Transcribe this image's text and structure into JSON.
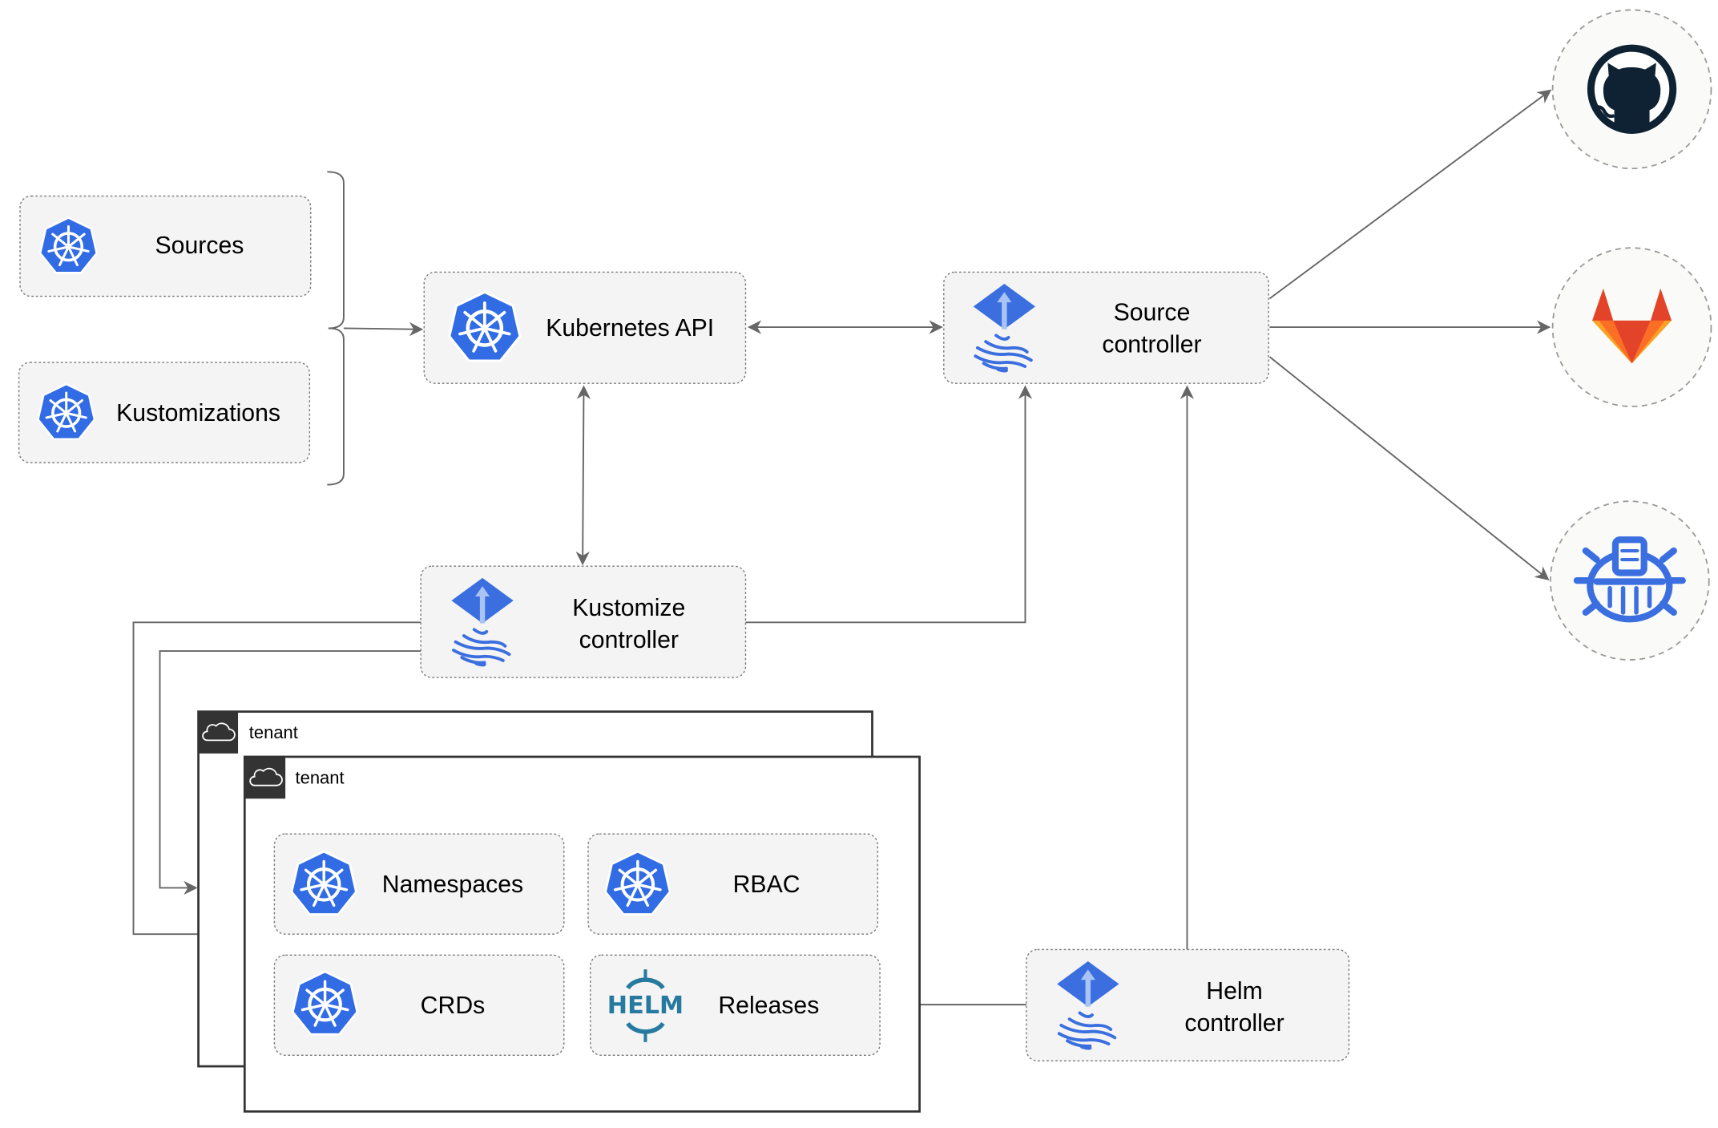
{
  "diagram": {
    "inputs": {
      "sources": "Sources",
      "kustomizations": "Kustomizations"
    },
    "kubernetes_api": "Kubernetes API",
    "source_controller": {
      "line1": "Source",
      "line2": "controller"
    },
    "kustomize_controller": {
      "line1": "Kustomize",
      "line2": "controller"
    },
    "helm_controller": {
      "line1": "Helm",
      "line2": "controller"
    },
    "external_sources": [
      {
        "icon": "github-icon"
      },
      {
        "icon": "gitlab-icon"
      },
      {
        "icon": "bucket-icon"
      }
    ],
    "tenants": [
      {
        "label": "tenant"
      },
      {
        "label": "tenant"
      }
    ],
    "tenant_resources": {
      "namespaces": "Namespaces",
      "rbac": "RBAC",
      "crds": "CRDs",
      "releases": "Releases",
      "helm_logo": "HELM"
    },
    "colors": {
      "kubernetes_blue": "#326ce5",
      "flux_blue": "#3b6fe0",
      "helm_teal": "#277a9f",
      "github_dark": "#0f2233",
      "gitlab_orange": "#e24329",
      "gitlab_light": "#fca326",
      "node_fill": "#f4f4f4"
    }
  }
}
